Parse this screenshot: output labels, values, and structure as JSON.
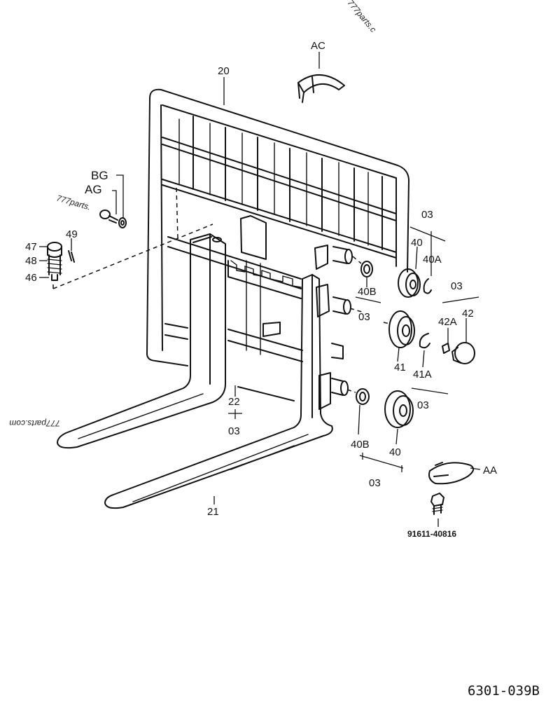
{
  "labels": {
    "ac": "AC",
    "n20": "20",
    "bg": "BG",
    "ag": "AG",
    "n03_a": "03",
    "n40_a": "40",
    "n40a_a": "40A",
    "n40b_a": "40B",
    "n03_b": "03",
    "n03_c": "03",
    "n42": "42",
    "n42a": "42A",
    "n41": "41",
    "n41a": "41A",
    "n03_d": "03",
    "n22": "22",
    "n03_e": "03",
    "n40b_b": "40B",
    "n40_b": "40",
    "n03_f": "03",
    "aa": "AA",
    "n21": "21",
    "n47": "47",
    "n48": "48",
    "n46": "46",
    "n49": "49",
    "part_code": "91611-40816"
  },
  "watermarks": {
    "top": "777parts.c",
    "left": "777parts.",
    "side": "777parts.com"
  },
  "drawing_number": "6301-039B",
  "colors": {
    "ink": "#111111",
    "paper": "#ffffff"
  }
}
